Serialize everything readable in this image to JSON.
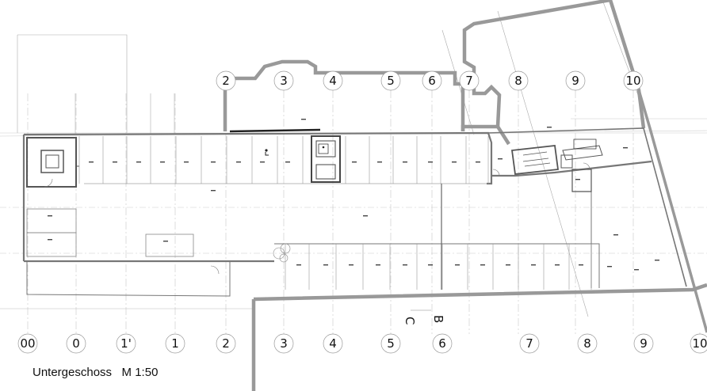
{
  "drawing": {
    "title": "Untergeschoss   M 1:50",
    "top_axes": [
      "2",
      "3",
      "4",
      "5",
      "6",
      "7",
      "8",
      "9",
      "10"
    ],
    "bottom_axes": [
      "00",
      "0",
      "1'",
      "1",
      "2",
      "3",
      "4",
      "5",
      "6",
      "7",
      "8",
      "9",
      "10"
    ],
    "section_marks": [
      "C",
      "B"
    ]
  },
  "colors": {
    "wall": "#999999",
    "wall_dark": "#555555",
    "line": "#777777",
    "grid": "#bbbbbb",
    "text": "#111111"
  }
}
